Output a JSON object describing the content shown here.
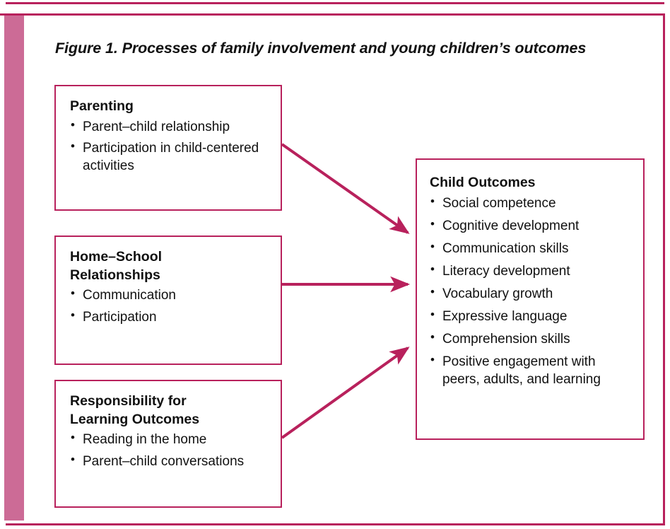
{
  "figure": {
    "title": "Figure 1. Processes of family involvement and young children’s outcomes",
    "colors": {
      "frame_line": "#b8215c",
      "sidebar_bar": "#cc6b96",
      "box_border": "#b8215c",
      "arrow": "#b8215c",
      "text": "#111111",
      "background": "#ffffff"
    },
    "boxes": [
      {
        "id": "parenting",
        "title": "Parenting",
        "items": [
          "Parent–child relationship",
          "Participation in child-centered activities"
        ]
      },
      {
        "id": "home-school",
        "title": "Home–School\nRelationships",
        "items": [
          "Communication",
          "Participation"
        ]
      },
      {
        "id": "responsibility",
        "title": "Responsibility for\nLearning Outcomes",
        "items": [
          "Reading in the home",
          "Parent–child conversations"
        ]
      },
      {
        "id": "child-outcomes",
        "title": "Child Outcomes",
        "items": [
          "Social competence",
          "Cognitive development",
          "Communication skills",
          "Literacy development",
          " Vocabulary growth",
          "Expressive language",
          "Comprehension skills",
          "Positive engagement with peers, adults, and learning"
        ]
      }
    ],
    "bullet_glyph": "•",
    "arrows": [
      {
        "id": "parenting-to-outcomes",
        "from": "parenting",
        "to": "child-outcomes",
        "direction": "down-right"
      },
      {
        "id": "home-school-to-outcomes",
        "from": "home-school",
        "to": "child-outcomes",
        "direction": "right"
      },
      {
        "id": "responsibility-to-outcomes",
        "from": "responsibility",
        "to": "child-outcomes",
        "direction": "up-right"
      }
    ]
  }
}
